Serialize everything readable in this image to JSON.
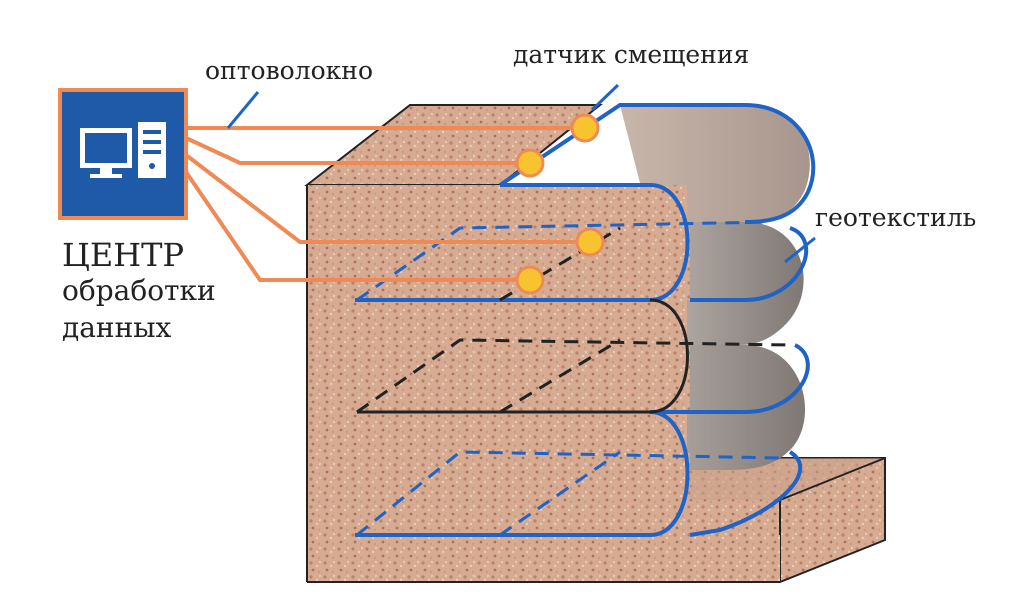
{
  "labels": {
    "fiber": "оптоволокно",
    "sensor": "датчик смещения",
    "geotextile": "геотекстиль",
    "center_line1": "ЦЕНТР",
    "center_line2": "обработки",
    "center_line3": "данных"
  },
  "icons": {
    "center": "computer-icon",
    "sensor": "sensor-dot-icon"
  },
  "colors": {
    "fiber": "#f08a55",
    "center_bg": "#1e5aa8",
    "center_border": "#f08a55",
    "sensor_fill": "#f7c430",
    "geotextile_edge": "#1f63c6",
    "soil": "#d4a78e",
    "fabric_gray": "#9a908b"
  }
}
